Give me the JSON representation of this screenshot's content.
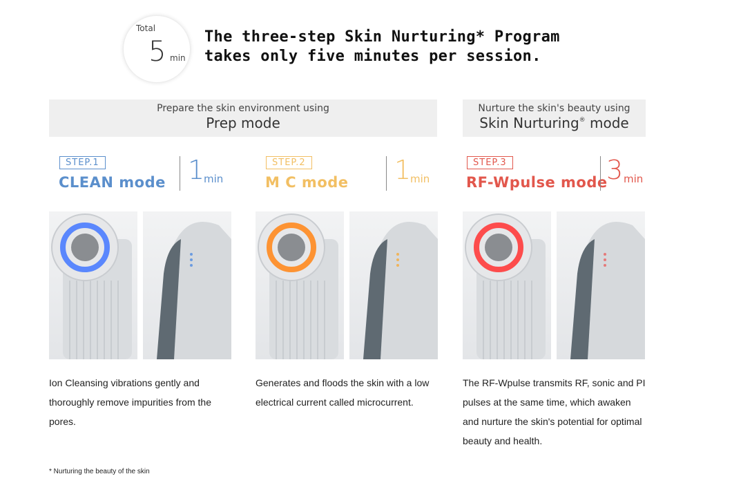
{
  "header": {
    "badge_total": "Total",
    "badge_number": "5",
    "badge_unit": "min",
    "headline_line1": "The three-step Skin Nurturing* Program",
    "headline_line2": "takes only five minutes per session."
  },
  "banners": [
    {
      "small": "Prepare the skin environment using",
      "big": "Prep mode"
    },
    {
      "small": "Nurture the skin's beauty using",
      "big": "Skin Nurturing",
      "big_mark": "®",
      "big_suffix": " mode"
    }
  ],
  "steps": [
    {
      "tag": "STEP.1",
      "mode": "CLEAN  mode",
      "duration": "1",
      "unit": "min",
      "color": "#5b8fcc",
      "ring_color": "#4a7cff",
      "description": "Ion Cleansing vibrations gently and thoroughly remove impurities from the pores.",
      "icon_left": "device-front-blue-light-icon",
      "icon_right": "device-side-icon"
    },
    {
      "tag": "STEP.2",
      "mode": "M C  mode",
      "duration": "1",
      "unit": "min",
      "color": "#f2bf63",
      "ring_color": "#ff8a1f",
      "description": "Generates and floods the skin with a low electrical current called microcurrent.",
      "icon_left": "device-front-orange-light-icon",
      "icon_right": "device-side-icon"
    },
    {
      "tag": "STEP.3",
      "mode": "RF-Wpulse mode",
      "duration": "3",
      "unit": "min",
      "color": "#e2574c",
      "ring_color": "#ff3b3b",
      "description": "The RF-Wpulse transmits RF, sonic and PI pulses at the same time, which awaken and nurture the skin's potential for optimal beauty and health.",
      "icon_left": "device-front-red-light-icon",
      "icon_right": "device-side-icon"
    }
  ],
  "footnote": "* Nurturing the beauty of the skin"
}
